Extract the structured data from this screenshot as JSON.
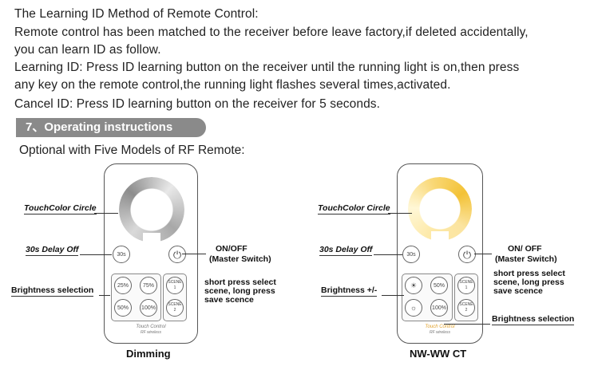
{
  "intro": {
    "heading": "The Learning ID Method of Remote Control:",
    "line1": "Remote control has been matched to the receiver before leave factory,if deleted accidentally,",
    "line2": "you can learn ID as follow.",
    "line3": "Learning ID: Press ID learning button on the receiver until the running light is on,then press",
    "line4": "any key on the remote control,the running light flashes several times,activated.",
    "line5": "Cancel ID: Press ID learning button on the receiver for 5 seconds."
  },
  "section": {
    "title": "7、Operating instructions"
  },
  "optional": "Optional with Five Models of RF Remote:",
  "dimming": {
    "caption": "Dimming",
    "labels": {
      "touch": "TouchColor Circle",
      "delay": "30s Delay Off",
      "brightness": "Brightness selection",
      "onoff": "ON/OFF",
      "master": "(Master Switch)",
      "short1": "short press select",
      "short2": "scene, long press",
      "short3": "save scence"
    },
    "buttons": {
      "delay": "30s",
      "b25": "25%",
      "b75": "75%",
      "b50": "50%",
      "b100": "100%",
      "scene1": "SCENE 1",
      "scene2": "SCENE 2"
    },
    "brand": "Touch Control",
    "brand_sub": "RF wireless"
  },
  "ct": {
    "caption": "NW-WW CT",
    "labels": {
      "touch": "TouchColor Circle",
      "delay": "30s Delay Off",
      "brightness": "Brightness +/-",
      "onoff": "ON/ OFF",
      "master": "(Master Switch)",
      "short1": "short press select",
      "short2": "scene, long press",
      "short3": "save scence",
      "bsel": "Brightness selection"
    },
    "buttons": {
      "delay": "30s",
      "b50": "50%",
      "b100": "100%",
      "scene1": "SCENE 1",
      "scene2": "SCENE 2"
    },
    "brand": "Touch Control",
    "brand_sub": "RF wireless"
  }
}
